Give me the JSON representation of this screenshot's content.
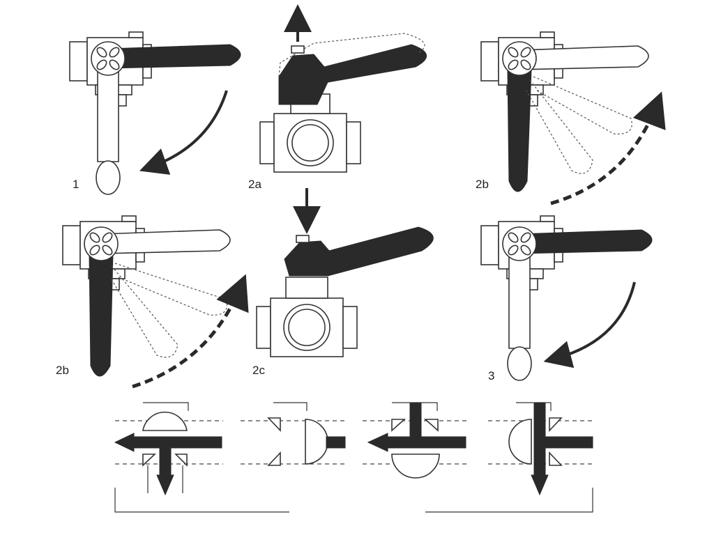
{
  "steps": [
    {
      "id": "1",
      "label": "1"
    },
    {
      "id": "2a",
      "label": "2a"
    },
    {
      "id": "2b",
      "label": "2b"
    },
    {
      "id": "2b-lower",
      "label": "2b"
    },
    {
      "id": "2c",
      "label": "2c"
    },
    {
      "id": "3",
      "label": "3"
    }
  ],
  "flow_positions": [
    "position-1",
    "position-2",
    "position-3",
    "position-4"
  ]
}
